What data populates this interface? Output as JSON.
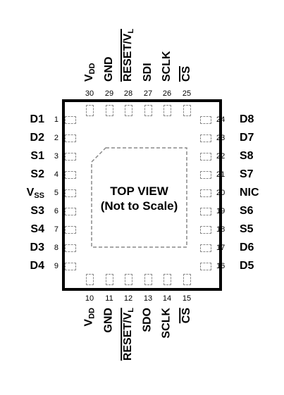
{
  "view_title_line1": "TOP VIEW",
  "view_title_line2": "(Not to Scale)",
  "left_pins": [
    {
      "num": "1",
      "label": "D1"
    },
    {
      "num": "2",
      "label": "D2"
    },
    {
      "num": "3",
      "label": "S1"
    },
    {
      "num": "4",
      "label": "S2"
    },
    {
      "num": "5",
      "label": "V",
      "sub": "SS"
    },
    {
      "num": "6",
      "label": "S3"
    },
    {
      "num": "7",
      "label": "S4"
    },
    {
      "num": "8",
      "label": "D3"
    },
    {
      "num": "9",
      "label": "D4"
    }
  ],
  "right_pins": [
    {
      "num": "24",
      "label": "D8"
    },
    {
      "num": "23",
      "label": "D7"
    },
    {
      "num": "22",
      "label": "S8"
    },
    {
      "num": "21",
      "label": "S7"
    },
    {
      "num": "20",
      "label": "NIC"
    },
    {
      "num": "19",
      "label": "S6"
    },
    {
      "num": "18",
      "label": "S5"
    },
    {
      "num": "17",
      "label": "D6"
    },
    {
      "num": "16",
      "label": "D5"
    }
  ],
  "top_pins": [
    {
      "num": "30",
      "label": "V",
      "sub": "DD"
    },
    {
      "num": "29",
      "label": "GND"
    },
    {
      "num": "28",
      "label": "RESET/V",
      "sub": "L",
      "overline": true
    },
    {
      "num": "27",
      "label": "SDI"
    },
    {
      "num": "26",
      "label": "SCLK"
    },
    {
      "num": "25",
      "label": "CS",
      "overline": true
    }
  ],
  "bottom_pins": [
    {
      "num": "10",
      "label": "V",
      "sub": "DD"
    },
    {
      "num": "11",
      "label": "GND"
    },
    {
      "num": "12",
      "label": "RESET/V",
      "sub": "L",
      "overline": true
    },
    {
      "num": "13",
      "label": "SDO"
    },
    {
      "num": "14",
      "label": "SCLK"
    },
    {
      "num": "15",
      "label": "CS",
      "overline": true
    }
  ],
  "colors": {
    "outline": "#000000",
    "pad_dash": "#8a8a8a",
    "text": "#000000"
  }
}
